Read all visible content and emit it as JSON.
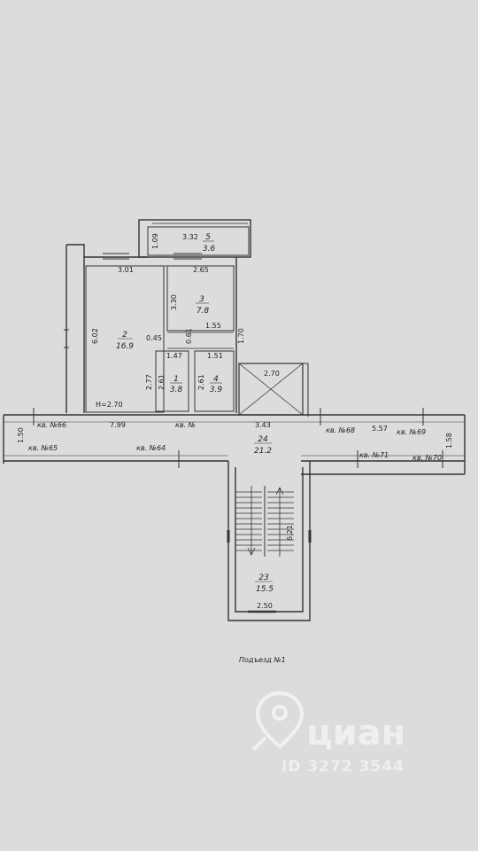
{
  "plan": {
    "ceiling_height": "H=2.70",
    "entrance_caption": "Подъезд №1",
    "rooms": [
      {
        "id": "room-1",
        "number": "1",
        "area": "3.8"
      },
      {
        "id": "room-2",
        "number": "2",
        "area": "16.9"
      },
      {
        "id": "room-3",
        "number": "3",
        "area": "7.8"
      },
      {
        "id": "room-4",
        "number": "4",
        "area": "3.9"
      },
      {
        "id": "room-5",
        "number": "5",
        "area": "3.6"
      },
      {
        "id": "room-23",
        "number": "23",
        "area": "15.5"
      },
      {
        "id": "room-24",
        "number": "24",
        "area": "21.2"
      }
    ],
    "dimensions": {
      "balcony_width": "3.32",
      "balcony_depth": "1.09",
      "room2_width": "3.01",
      "room2_length": "6.02",
      "room3_width": "2.65",
      "room3_length": "3.30",
      "corridor_small": "1.55",
      "wall_offset": "0.45",
      "wall_gap": "0.61",
      "room1_width": "1.47",
      "room1_height_a": "2.77",
      "room1_height_b": "2.61",
      "room4_width": "1.51",
      "room4_height": "2.61",
      "bath_gap": "1.70",
      "elevator": "2.70",
      "hall_left": "7.99",
      "hall_mid": "3.43",
      "hall_right": "5.57",
      "end_left": "1.50",
      "end_right": "1.58",
      "stair_length": "6.21",
      "stair_width": "2.50"
    },
    "apartments": {
      "a66": "кв. №66",
      "a65": "кв. №65",
      "a64": "кв. №64",
      "a_partial": "кв. №",
      "a68": "кв. №68",
      "a69": "кв. №69",
      "a71": "кв. №71",
      "a70": "кв. №70"
    }
  },
  "watermark": {
    "brand": "циан",
    "id_text": "ID 3272 3544",
    "icon": "location-pin-icon"
  }
}
